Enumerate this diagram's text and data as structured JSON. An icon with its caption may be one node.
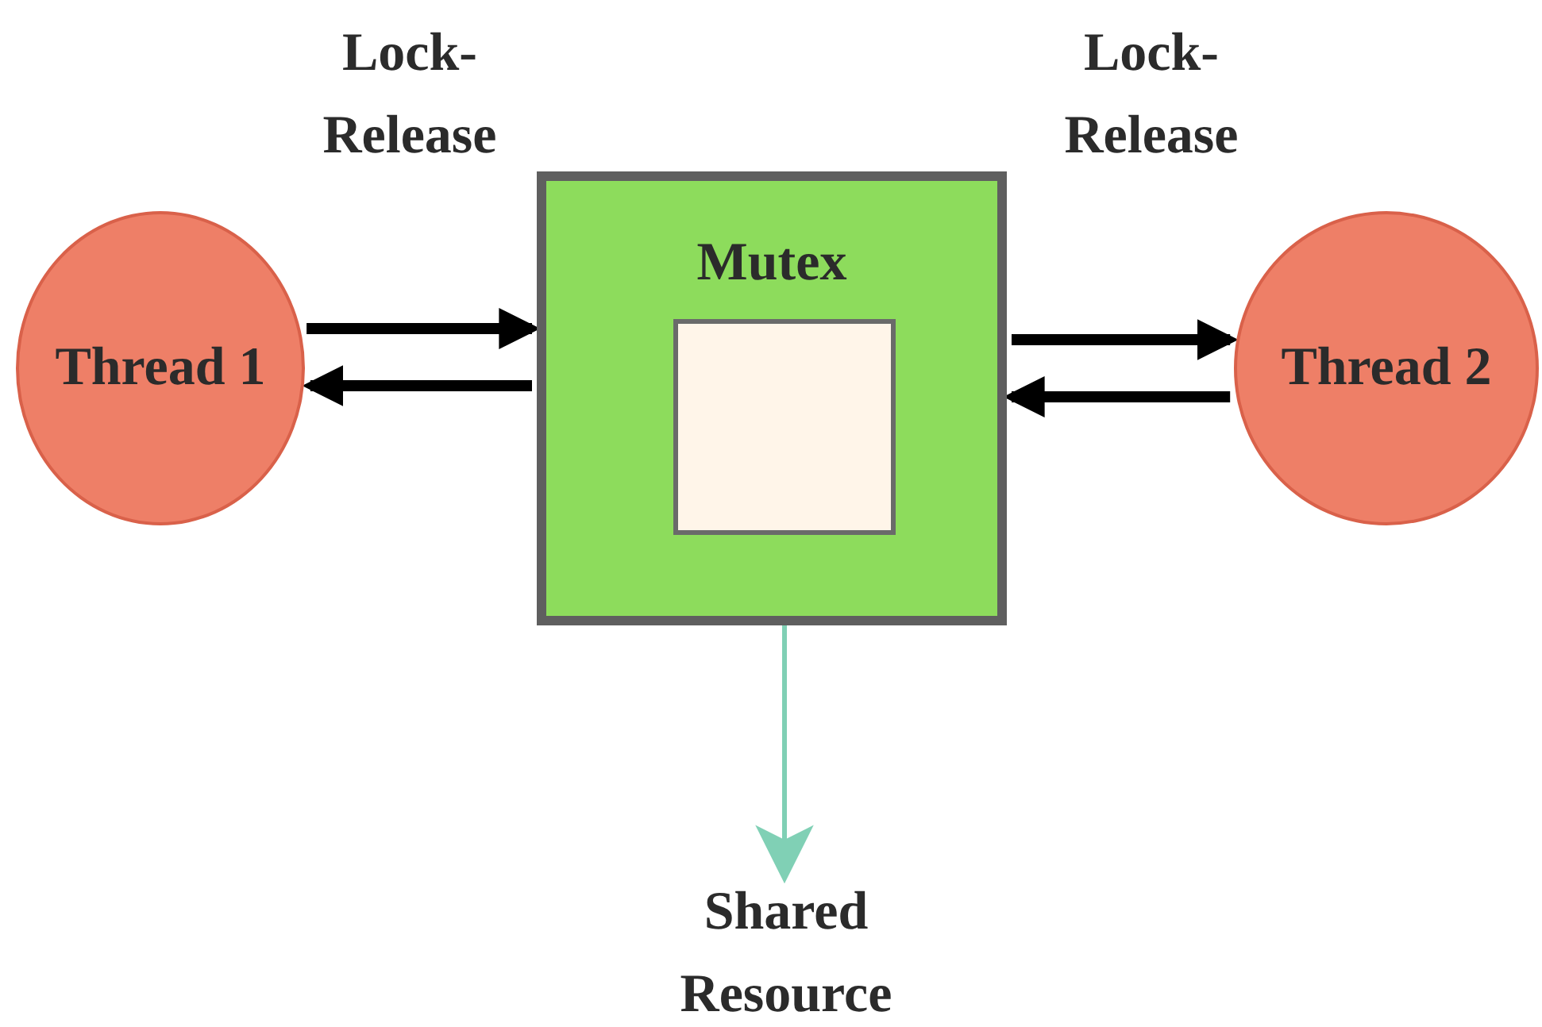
{
  "diagram": {
    "nodes": [
      {
        "text": [
          "Thread 1"
        ]
      },
      {
        "text": [
          "Mutex"
        ]
      },
      {
        "text": [],
        "shape": "box",
        "in": 1
      },
      {
        "text": [
          "Thread 2"
        ]
      },
      {
        "text": [
          "Shared Resource"
        ]
      }
    ],
    "edges": [
      {
        "from": 0,
        "to": 1,
        "arrow": "to"
      },
      {
        "from": 1,
        "to": 0,
        "arrow": "to"
      },
      {
        "from": 1,
        "to": 3,
        "arrow": "to"
      },
      {
        "from": 3,
        "to": 1,
        "arrow": "to"
      },
      {
        "from": 2,
        "to": 4,
        "arrow": "to",
        "color": "#80d0b5"
      }
    ],
    "labels": [
      "Lock-Release",
      "Lock-Release"
    ]
  }
}
